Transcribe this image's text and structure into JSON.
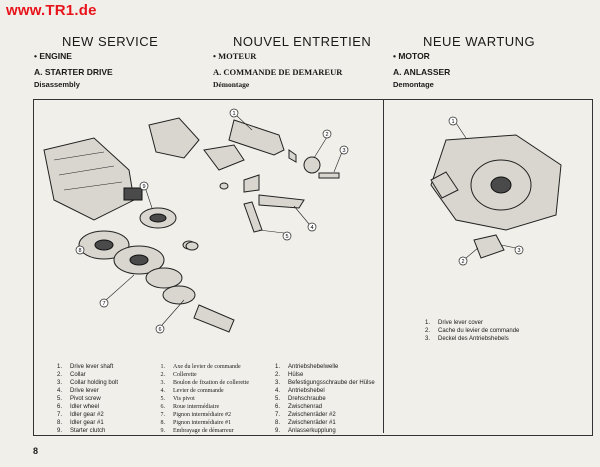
{
  "watermark": "www.TR1.de",
  "columns": [
    {
      "title": "NEW SERVICE",
      "l1": "• ENGINE",
      "l2": "A.  STARTER DRIVE",
      "l3": "Disassembly"
    },
    {
      "title": "NOUVEL ENTRETIEN",
      "l1": "• MOTEUR",
      "l2": "A.  COMMANDE DE DEMAREUR",
      "l3": "Démontage"
    },
    {
      "title": "NEUE WARTUNG",
      "l1": "• MOTOR",
      "l2": "A.  ANLASSER",
      "l3": "Demontage"
    }
  ],
  "callouts_left": [
    "1",
    "2",
    "3",
    "4",
    "5",
    "6",
    "7",
    "8",
    "9"
  ],
  "callouts_right": [
    "1",
    "2",
    "3"
  ],
  "legend_en": [
    "Drive lever shaft",
    "Collar",
    "Collar holding bolt",
    "Drive lever",
    "Pivot screw",
    "Idler wheel",
    "Idler gear #2",
    "Idler gear #1",
    "Starter clutch"
  ],
  "legend_fr": [
    "Axe du levier de commande",
    "Collerette",
    "Boulon de fixation de collerette",
    "Levier de commande",
    "Vis pivot",
    "Roue intermédiaire",
    "Pignon intermédiaire #2",
    "Pignon intermédiaire #1",
    "Embrayage de démarreur"
  ],
  "legend_de": [
    "Antriebshebelwelle",
    "Hülse",
    "Befestigungsschraube der Hülse",
    "Antriebshebel",
    "Drehschraube",
    "Zwischenrad",
    "Zwischenräder #2",
    "Zwischenräder #1",
    "Anlasserkupplung"
  ],
  "legend_right": [
    "Drive lever cover",
    "Cache du levier de commande",
    "Deckel des Antriebshebels"
  ],
  "page_number": "8"
}
